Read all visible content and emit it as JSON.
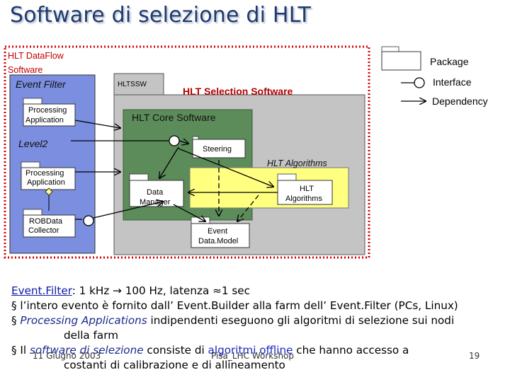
{
  "title": "Software di selezione di HLT",
  "dataflow": {
    "label_line1": "HLT DataFlow",
    "label_line2": "Software",
    "event_filter": "Event Filter",
    "processing_app_1a": "Processing",
    "processing_app_1b": "Application",
    "level2": "Level2",
    "processing_app_2a": "Processing",
    "processing_app_2b": "Application",
    "robdata_a": "ROBData",
    "robdata_b": "Collector"
  },
  "selection": {
    "hltssw": "HLTSSW",
    "title": "HLT Selection Software",
    "core": "HLT  Core Software",
    "steering": "Steering",
    "algorithms_title": "HLT Algorithms",
    "algorithms_a": "HLT",
    "algorithms_b": "Algorithms",
    "data_manager_a": "Data",
    "data_manager_b": "Manager",
    "event_model_a": "Event",
    "event_model_b": "Data.Model"
  },
  "legend": {
    "package": "Package",
    "interface": "Interface",
    "dependency": "Dependency"
  },
  "bullets": {
    "b1_term": "Event.Filter",
    "b1_rest": ":   1 kHz → 100 Hz, latenza ≈1 sec",
    "b2": "§ l’intero evento è fornito dall’ Event.Builder alla farm dell’ Event.Filter (PCs, Linux)",
    "b3_prefix": "§ ",
    "b3_italic": "Processing Applications",
    "b3_rest": " indipendenti eseguono gli algoritmi di selezione sui nodi",
    "b3_cont": "della farm",
    "b4_prefix": "§ Il ",
    "b4_italic": "software di selezione",
    "b4_mid": " consiste di ",
    "b4_blue": "algoritmi offline",
    "b4_rest": " che hanno accesso a",
    "b4_cont": "costanti di calibrazione e di allineamento"
  },
  "footer": {
    "date": "11 Giugno 2003",
    "event": "Pisa_LHC Workshop",
    "page": "19"
  },
  "colors": {
    "title": "#1f3a6e",
    "dataflow_column": "#7b8ee0",
    "core_green": "#5c8c5a",
    "algorithms_yellow": "#ffff80",
    "dotted_red": "#d40000"
  }
}
